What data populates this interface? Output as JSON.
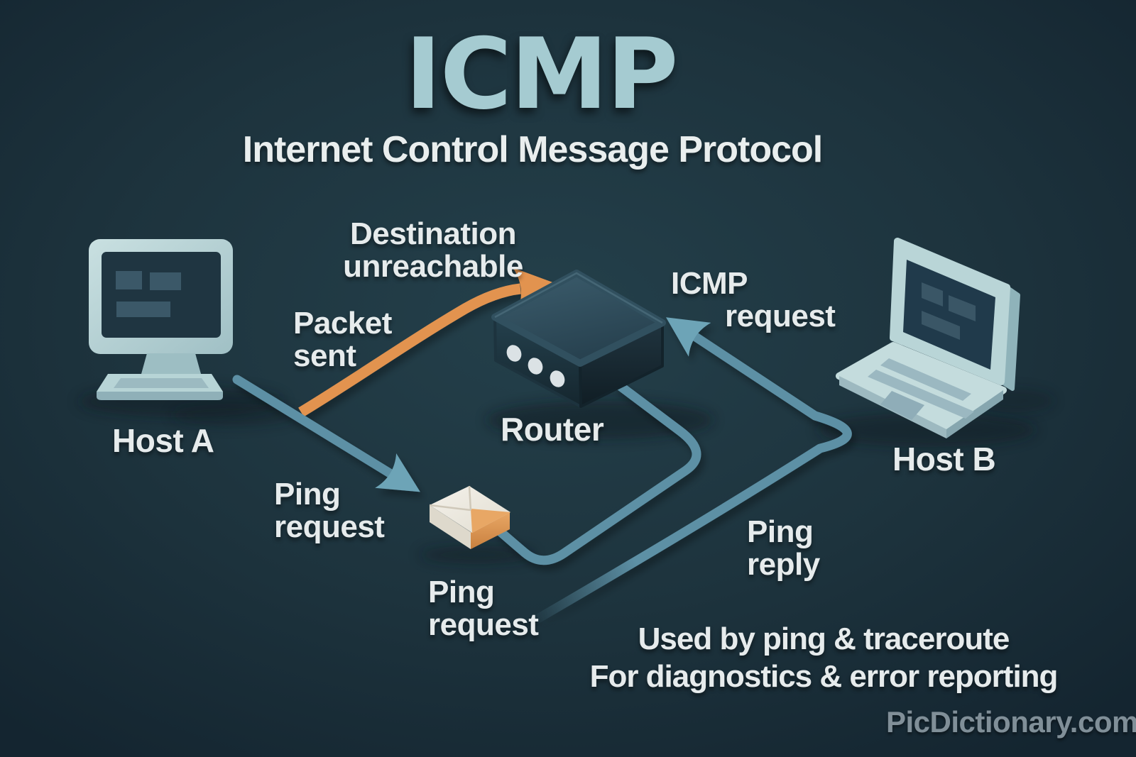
{
  "header": {
    "title": "ICMP",
    "subtitle": "Internet Control Message Protocol"
  },
  "nodes": {
    "host_a": {
      "label": "Host A"
    },
    "router": {
      "label": "Router"
    },
    "host_b": {
      "label": "Host B"
    }
  },
  "annotations": {
    "destination_unreachable": {
      "line1": "Destination",
      "line2": "unreachable"
    },
    "packet_sent": {
      "line1": "Packet",
      "line2": "sent"
    },
    "ping_request_from_host_a": {
      "line1": "Ping",
      "line2": "request"
    },
    "ping_request_packet": {
      "line1": "Ping",
      "line2": "request"
    },
    "icmp_request": {
      "line1": "ICMP",
      "line2": "request"
    },
    "ping_reply": {
      "line1": "Ping",
      "line2": "reply"
    }
  },
  "footer": {
    "usage_line1": "Used by ping & traceroute",
    "usage_line2": "For diagnostics & error reporting",
    "watermark": "PicDictionary.com"
  },
  "colors": {
    "background": "#1d333d",
    "title_accent": "#a5cbd1",
    "text": "#e6ebec",
    "teal_line": "#5d90a5",
    "teal_arrow": "#6da4b7",
    "orange_line": "#e29350",
    "watermark": "#8a98a1"
  }
}
